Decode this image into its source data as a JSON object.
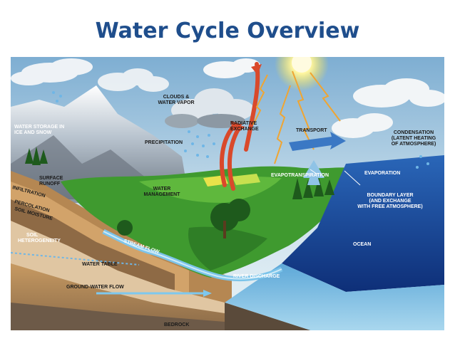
{
  "title": "Water Cycle Overview",
  "labels": {
    "clouds": [
      "CLOUDS &",
      "WATER VAPOR"
    ],
    "radiative": [
      "RADIATIVE",
      "EXCHANGE"
    ],
    "transport": "TRANSPORT",
    "condensation": [
      "CONDENSATION",
      "(LATENT HEATING",
      "OF ATMOSPHERE)"
    ],
    "water_storage": [
      "WATER STORAGE IN",
      "ICE AND SNOW"
    ],
    "precipitation": "PRECIPITATION",
    "surface_runoff": [
      "SURFACE",
      "RUNOFF"
    ],
    "infiltration": "INFILTRATION",
    "percolation": "PERCOLATION",
    "soil_moisture": "SOIL MOISTURE",
    "water_management": [
      "WATER",
      "MANAGEMENT"
    ],
    "evapotranspiration": "EVAPOTRANSPIRATION",
    "evaporation": "EVAPORATION",
    "boundary_layer": [
      "BOUNDARY LAYER",
      "(AND EXCHANGE",
      "WITH FREE ATMOSPHERE)"
    ],
    "soil_heterogeneity": [
      "SOIL",
      "HETEROGENEITY"
    ],
    "stream_flow": "STREAM FLOW",
    "ocean": "OCEAN",
    "water_table": "WATER TABLE",
    "river_discharge": "RIVER DISCHARGE",
    "ground_water_flow": "GROUND-WATER FLOW",
    "bedrock": "BEDROCK"
  },
  "colors": {
    "title": "#1f4e8c",
    "sky_top": "#8fb8d8",
    "sky_bottom": "#d6e8f2",
    "ocean": "#1f55a8",
    "land": "#3f9a2f",
    "arrow_red": "#d9492b",
    "sun": "#ffe23a"
  }
}
